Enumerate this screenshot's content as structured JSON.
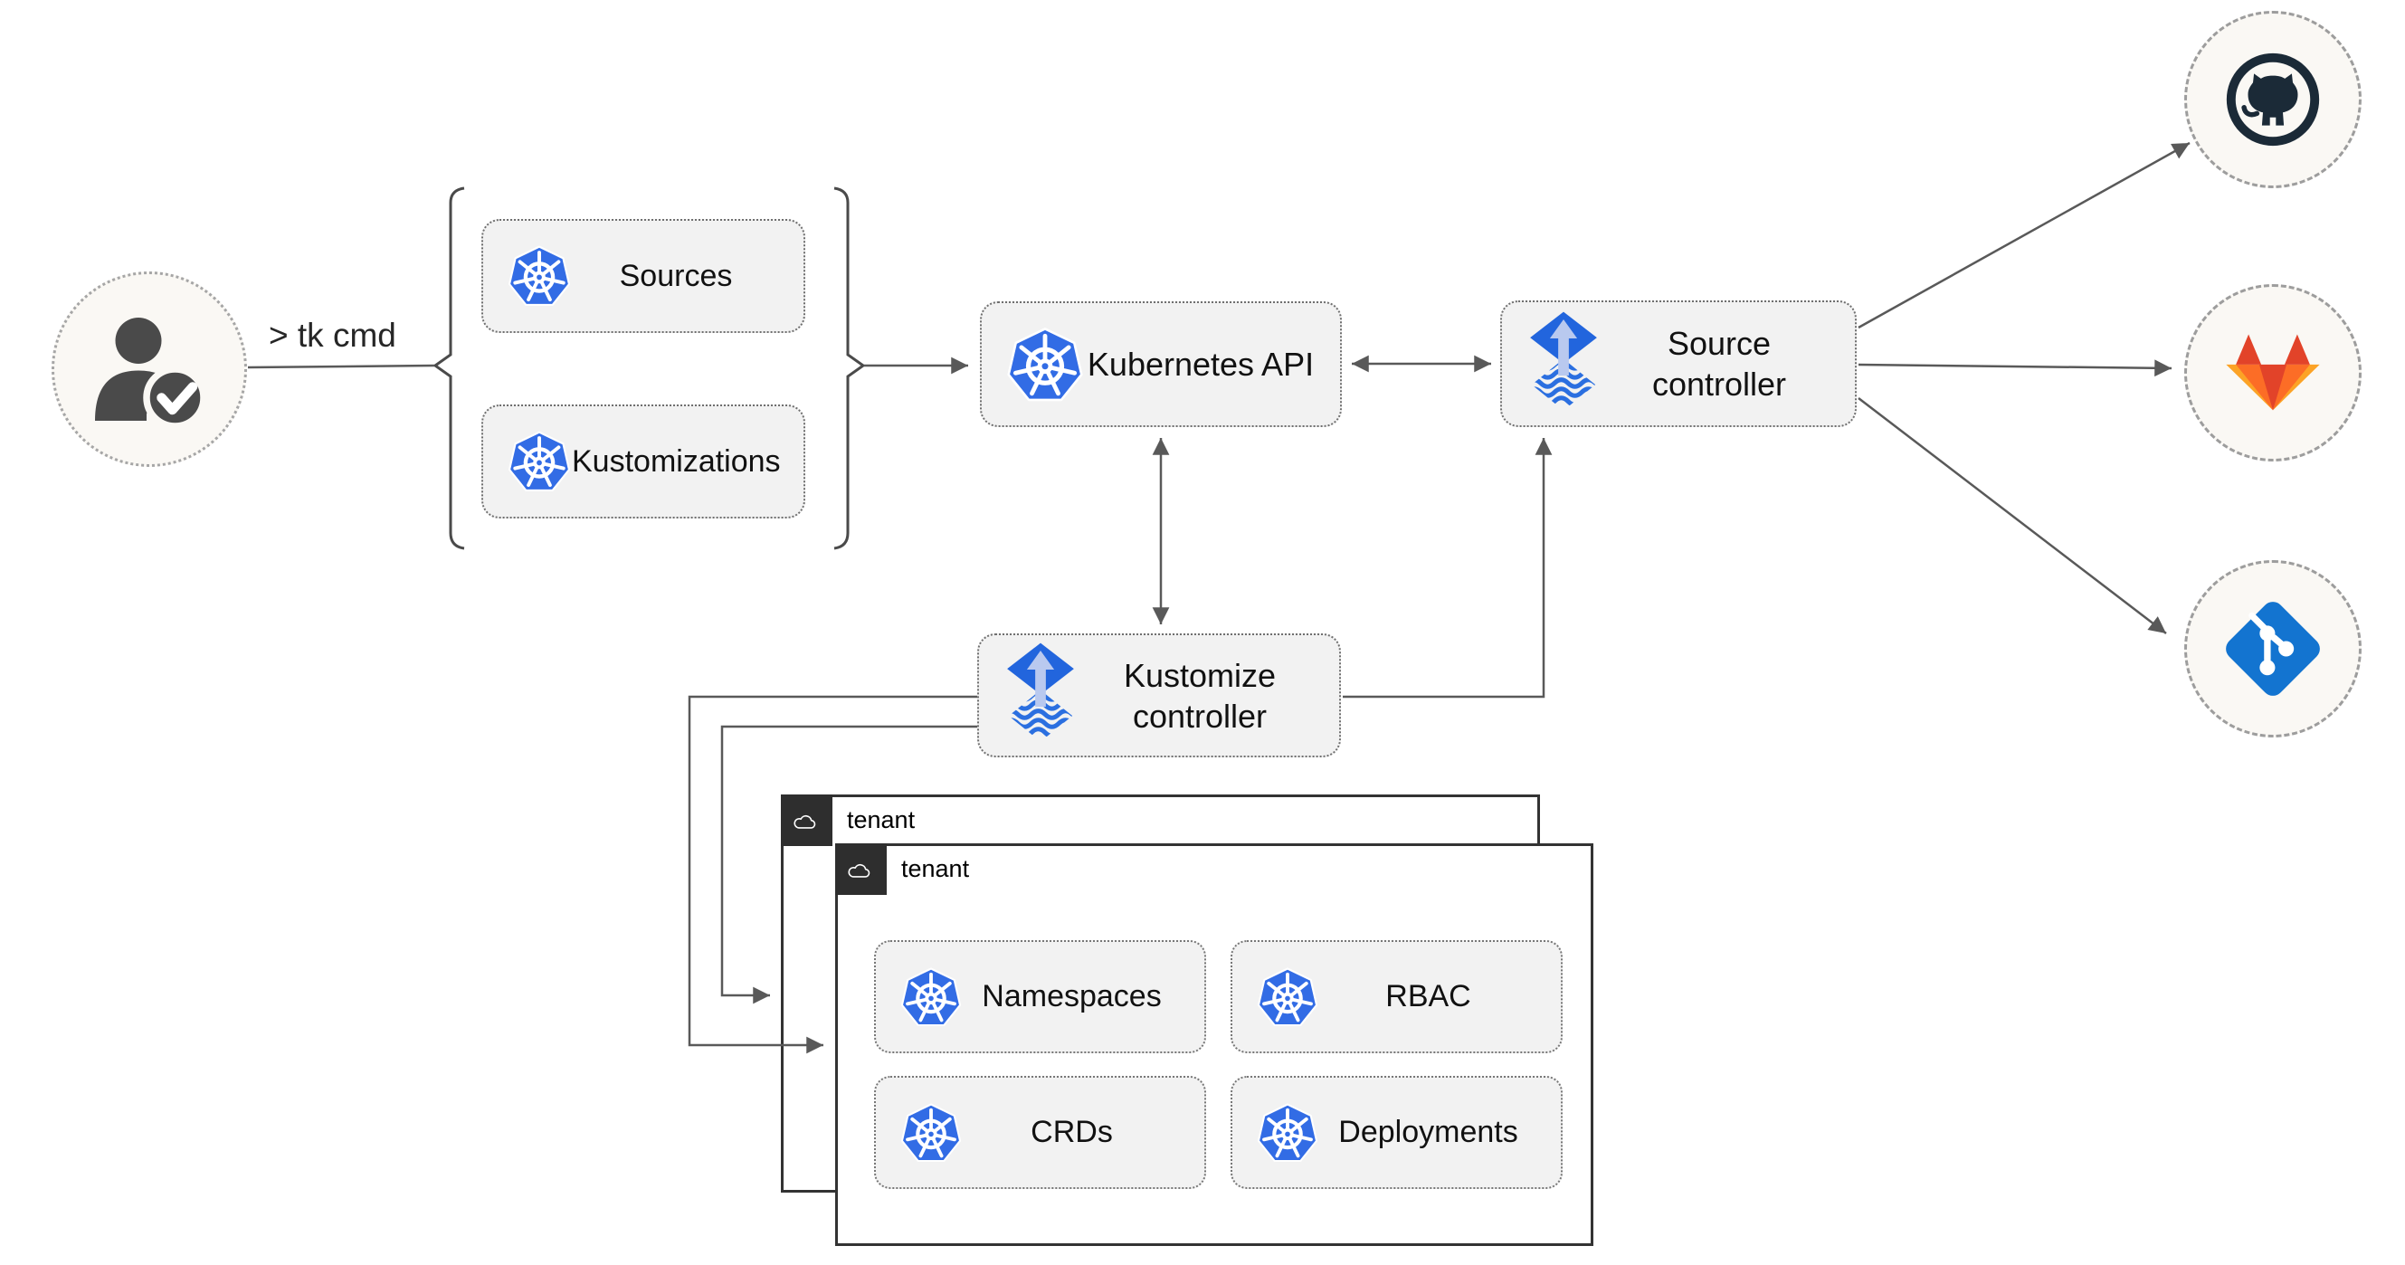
{
  "user": {
    "icon": "user-check-icon",
    "command_label": "> tk cmd"
  },
  "crd_group": {
    "items": [
      {
        "icon": "kubernetes-icon",
        "label": "Sources"
      },
      {
        "icon": "kubernetes-icon",
        "label": "Kustomizations"
      }
    ]
  },
  "nodes": {
    "kubernetes_api": {
      "icon": "kubernetes-icon",
      "label": "Kubernetes API"
    },
    "source_controller": {
      "icon": "flux-icon",
      "label": "Source controller"
    },
    "kustomize_controller": {
      "icon": "flux-icon",
      "label": "Kustomize controller"
    }
  },
  "git_providers": [
    {
      "icon": "github-icon"
    },
    {
      "icon": "gitlab-icon"
    },
    {
      "icon": "git-icon"
    }
  ],
  "tenants": [
    {
      "icon": "cloud-icon",
      "label": "tenant"
    },
    {
      "icon": "cloud-icon",
      "label": "tenant",
      "resources": [
        {
          "icon": "kubernetes-icon",
          "label": "Namespaces"
        },
        {
          "icon": "kubernetes-icon",
          "label": "RBAC"
        },
        {
          "icon": "kubernetes-icon",
          "label": "CRDs"
        },
        {
          "icon": "kubernetes-icon",
          "label": "Deployments"
        }
      ]
    }
  ],
  "colors": {
    "kubernetes_blue": "#326ce5",
    "flux_blue": "#2265dd",
    "flux_arrow_light": "#b9c9ef",
    "github_dark": "#1b2a37",
    "gitlab_red": "#e24329",
    "gitlab_orange": "#fc6d26",
    "gitlab_amber": "#fca326",
    "git_blue": "#1374d0",
    "tenant_header_dark": "#2e2e2e",
    "connector_gray": "#595959",
    "node_fill": "#f2f2f2",
    "circle_fill": "#faf8f4"
  }
}
